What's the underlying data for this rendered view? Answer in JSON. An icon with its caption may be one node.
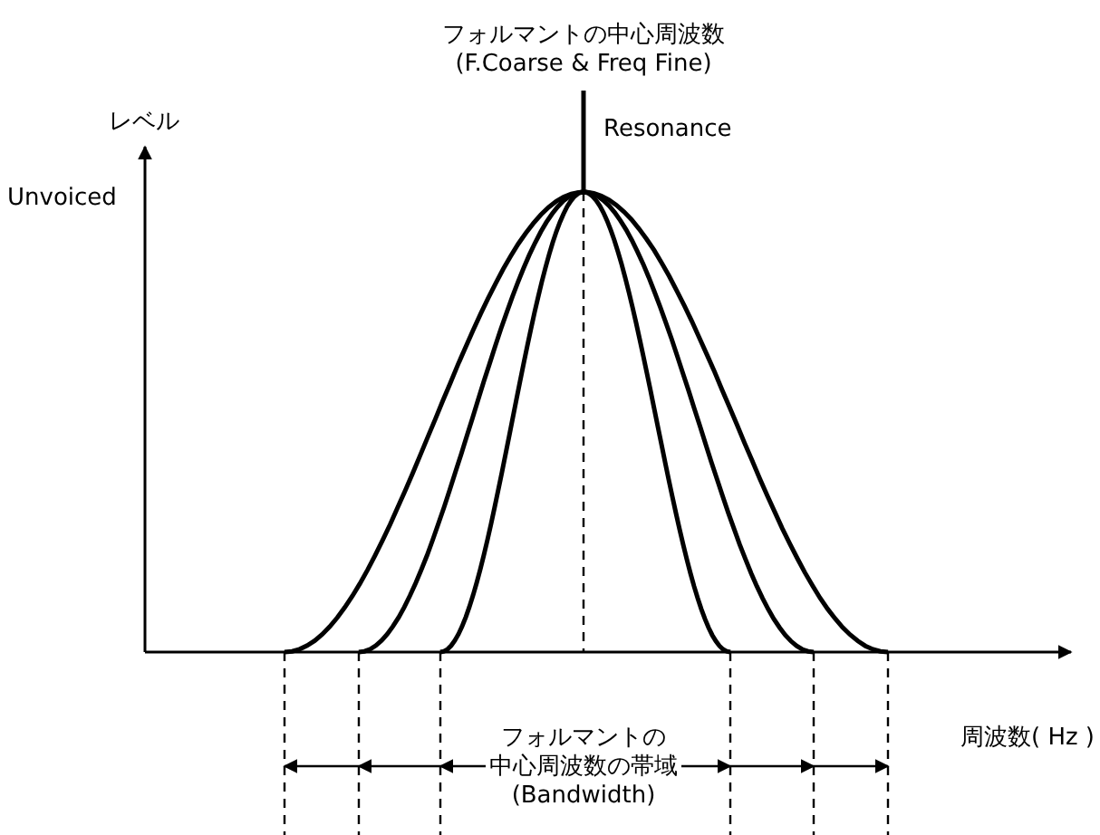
{
  "diagram": {
    "labels": [
      "フォルマントの中心周波数",
      "(F.Coarse & Freq Fine)",
      "レベル",
      "Resonance",
      "Unvoiced",
      "周波数( Hz )",
      "フォルマントの",
      "中心周波数の帯域",
      "(Bandwidth)"
    ]
  }
}
